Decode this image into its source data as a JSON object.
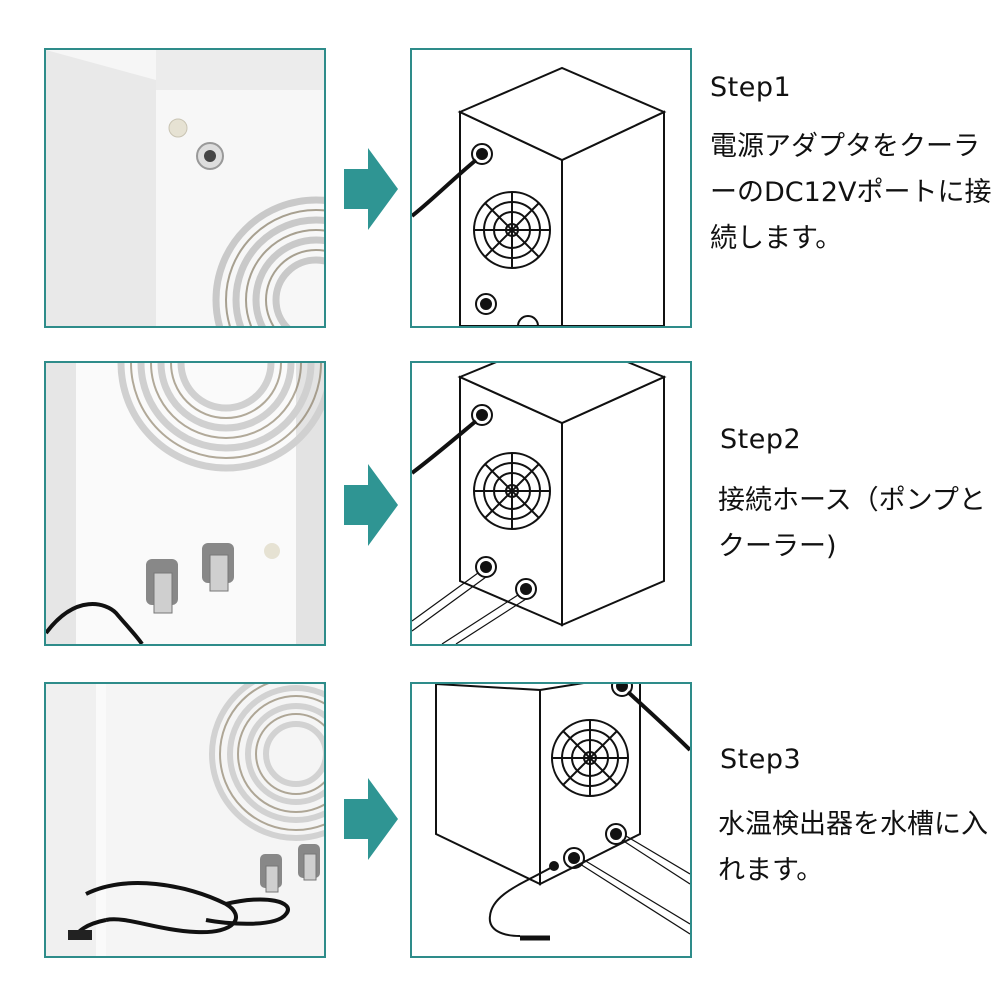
{
  "colors": {
    "frame": "#2e8c8a",
    "arrow": "#2f9593",
    "device": "#f2f2f2",
    "line": "#111111"
  },
  "steps": [
    {
      "title": "Step1",
      "text": "電源アダプタをクーラーのDC12Vポートに接続します。"
    },
    {
      "title": "Step2",
      "text": "接続ホース（ポンプとクーラー)"
    },
    {
      "title": "Step3",
      "text": "水温検出器を水槽に入れます。"
    }
  ],
  "icons": [
    "arrow-right-icon",
    "fan-grille-icon",
    "dc-port-icon",
    "hose-nozzle-icon"
  ]
}
